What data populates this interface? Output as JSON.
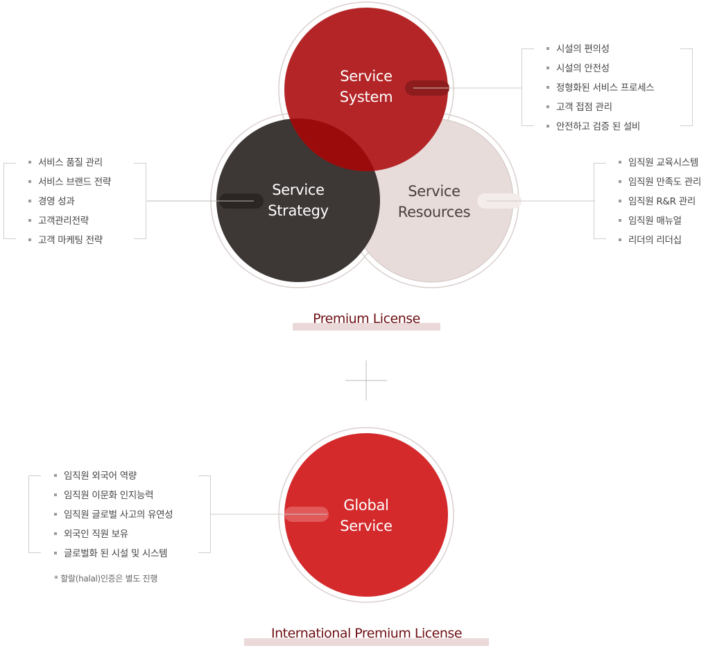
{
  "circles": {
    "system": {
      "line1": "Service",
      "line2": "System"
    },
    "strategy": {
      "line1": "Service",
      "line2": "Strategy"
    },
    "resources": {
      "line1": "Service",
      "line2": "Resources"
    },
    "global": {
      "line1": "Global",
      "line2": "Service"
    }
  },
  "lists": {
    "system": [
      "시설의 편의성",
      "시설의 안전성",
      "정형화된 서비스 프로세스",
      "고객 접점 관리",
      "안전하고 검증 된 설비"
    ],
    "strategy": [
      "서비스 품질 관리",
      "서비스 브랜드 전략",
      "경영 성과",
      "고객관리전략",
      "고객 마케팅 전략"
    ],
    "resources": [
      "임직원 교육시스템",
      "임직원 만족도 관리",
      "임직원 R&R 관리",
      "임직원 매뉴얼",
      "리더의 리더십"
    ],
    "global": [
      "임직원 외국어 역량",
      "임직원 이문화 인지능력",
      "임직원 글로벌 사고의 유연성",
      "외국인 직원 보유",
      "글로벌화 된 시설 및 시스템"
    ]
  },
  "note": "* 할랄(halal)인증은 별도 진행",
  "labels": {
    "premium": "Premium License",
    "international": "International Premium License"
  },
  "colors": {
    "system_red": "#b42527",
    "overlap_red": "#9b0b0c",
    "strategy_dark": "#3d3736",
    "resources_pink": "#e8dcda",
    "global_red": "#d42a2c",
    "license_text": "#6d0e12",
    "license_bar": "#ead9d8"
  }
}
